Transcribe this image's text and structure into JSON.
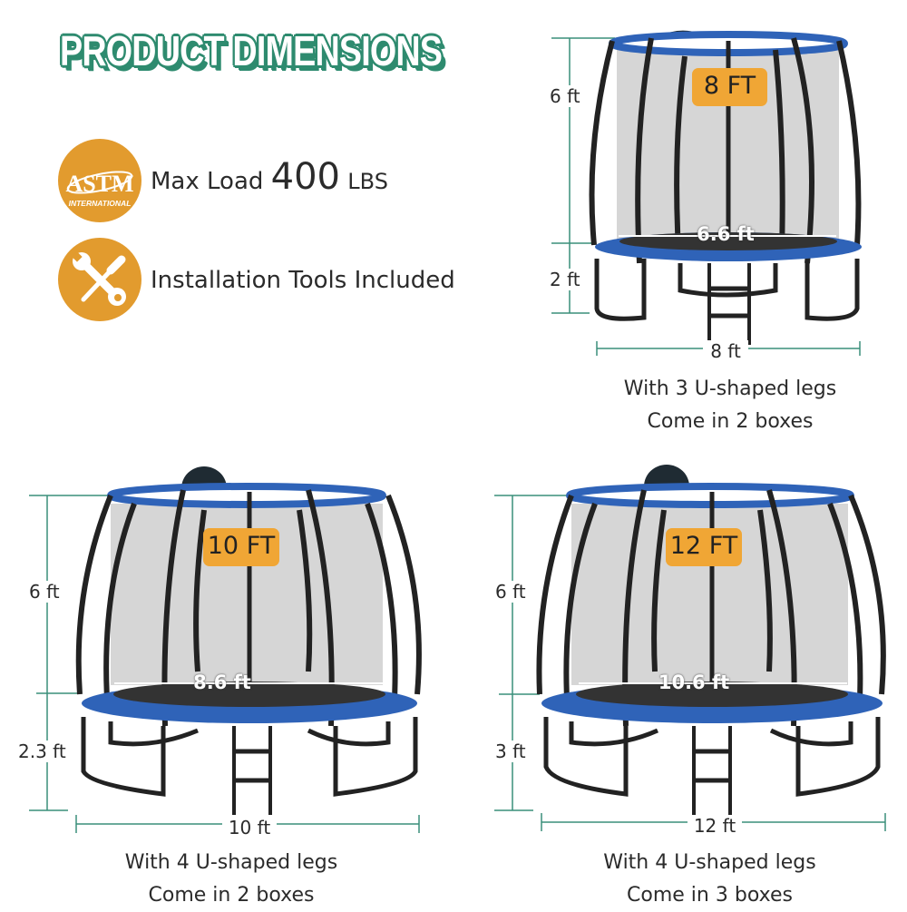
{
  "header": {
    "title": "PRODUCT DIMENSIONS"
  },
  "features": [
    {
      "icon": "astm-international-badge-icon",
      "badge_text_top": "ASTM",
      "badge_text_bottom": "INTERNATIONAL",
      "label_prefix": "Max Load",
      "value": "400",
      "unit": "LBS"
    },
    {
      "icon": "wrench-screwdriver-icon",
      "label": "Installation Tools Included"
    }
  ],
  "colors": {
    "accent_green": "#2e8b6f",
    "badge_orange": "#e29b2e",
    "size_tag_orange": "#f0a635",
    "frame_blue": "#2f63b8",
    "dimension_line": "#3a8f7a"
  },
  "trampolines": [
    {
      "size_tag": "8 FT",
      "enclosure_height": "6 ft",
      "frame_height": "2 ft",
      "jump_mat_diameter": "6.6 ft",
      "overall_diameter": "8 ft",
      "caption_line1": "With 3 U-shaped legs",
      "caption_line2": "Come in 2 boxes"
    },
    {
      "size_tag": "10 FT",
      "enclosure_height": "6 ft",
      "frame_height": "2.3 ft",
      "jump_mat_diameter": "8.6 ft",
      "overall_diameter": "10 ft",
      "caption_line1": "With 4 U-shaped legs",
      "caption_line2": "Come in 2 boxes"
    },
    {
      "size_tag": "12 FT",
      "enclosure_height": "6 ft",
      "frame_height": "3 ft",
      "jump_mat_diameter": "10.6 ft",
      "overall_diameter": "12 ft",
      "caption_line1": "With 4 U-shaped legs",
      "caption_line2": "Come in 3 boxes"
    }
  ]
}
